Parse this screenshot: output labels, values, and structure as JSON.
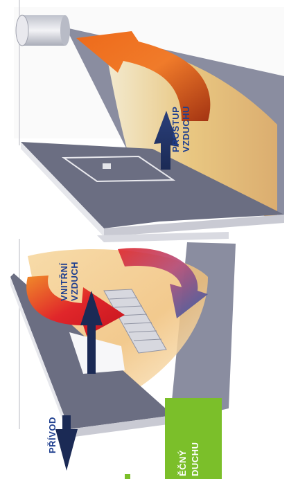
{
  "labels": {
    "air_passage": [
      "PROSTUP",
      "VZDUCHU"
    ],
    "internal_air": [
      "VNITŘNÍ",
      "VZDUCH"
    ],
    "supply": "PŘÍVOD",
    "banner": [
      "ĚČNÝ",
      "DUCHU"
    ]
  },
  "colors": {
    "label_blue": "#1f3f8f",
    "banner_green": "#7bbf2a",
    "banner_text": "#ffffff",
    "floor_gray": "#6e7185",
    "floor_edge": "#d8d9e0",
    "wall_light": "#f4f4f6",
    "warm_glow": "#f2c46a",
    "arrow_orange": "#e8641c",
    "arrow_red": "#d61c24",
    "arrow_blue": "#2b5aa8",
    "arrow_navy": "#1b2a55"
  }
}
